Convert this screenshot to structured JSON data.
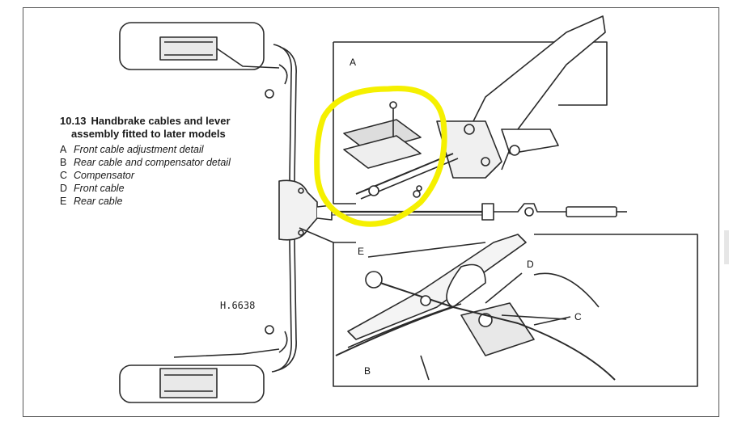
{
  "caption": {
    "number": "10.13",
    "title_line1": "Handbrake cables and lever",
    "title_line2": "assembly fitted to later models"
  },
  "legend": [
    {
      "key": "A",
      "text": "Front cable adjustment detail"
    },
    {
      "key": "B",
      "text": "Rear cable and compensator detail"
    },
    {
      "key": "C",
      "text": "Compensator"
    },
    {
      "key": "D",
      "text": "Front cable"
    },
    {
      "key": "E",
      "text": "Rear cable"
    }
  ],
  "callouts": {
    "a": "A",
    "b": "B",
    "c": "C",
    "d": "D",
    "e": "E"
  },
  "drawing_code": "H.6638",
  "colors": {
    "line": "#2a2a2a",
    "highlight": "#f5f000",
    "frame": "#555555"
  }
}
